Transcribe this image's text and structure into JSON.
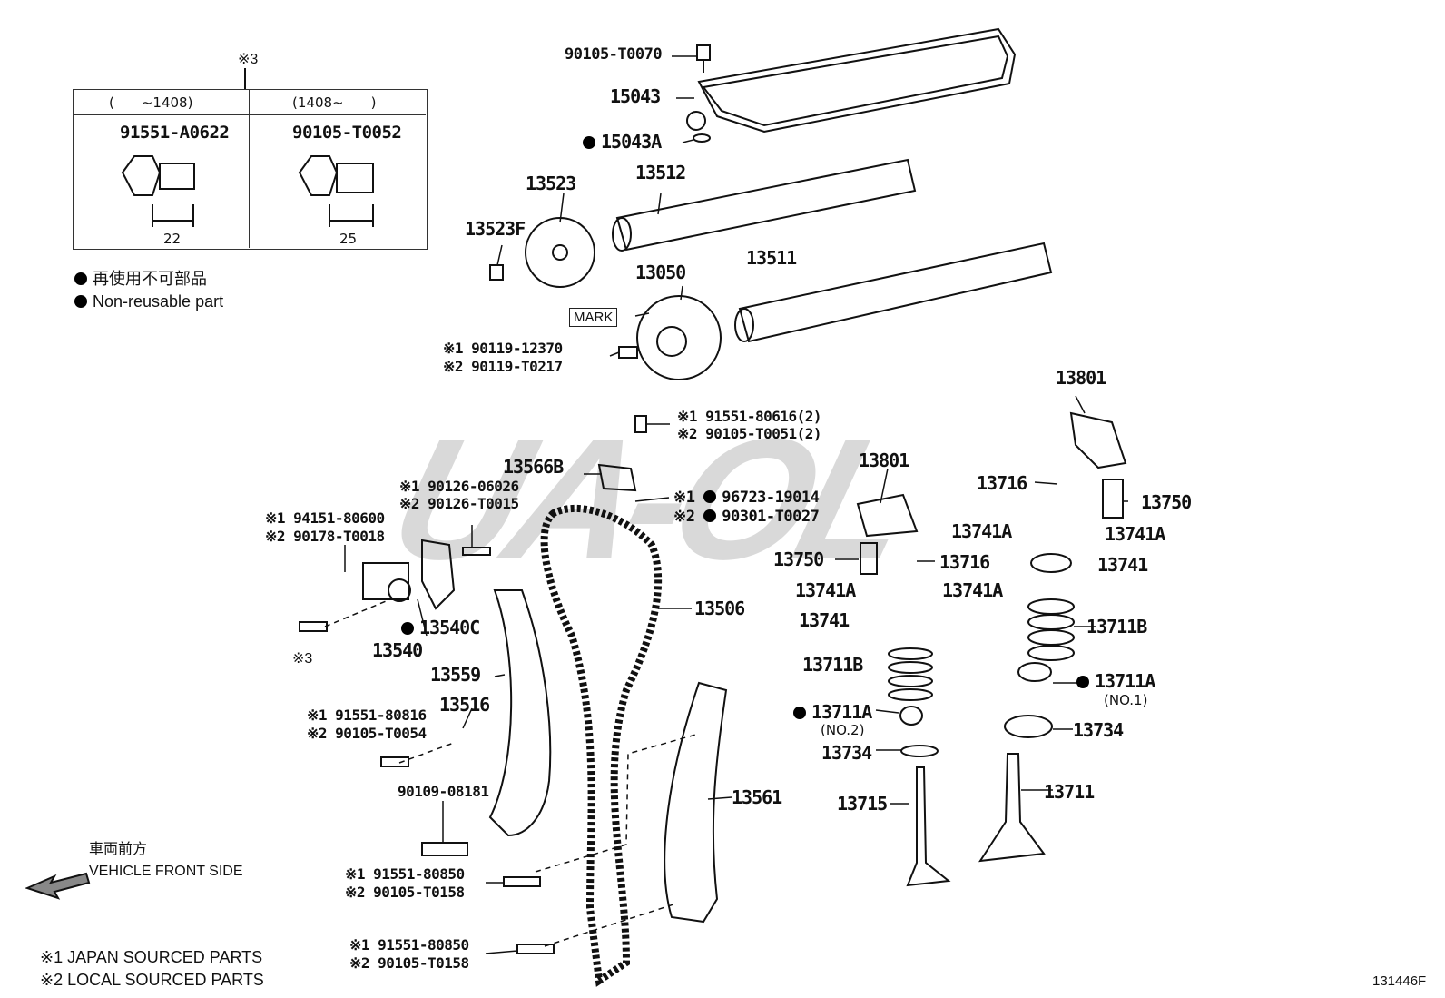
{
  "watermark": "UA-OL",
  "inset": {
    "mark": "※3",
    "col1_head": "(　　~1408)",
    "col2_head": "(1408~　　)",
    "col1_part": "91551-A0622",
    "col2_part": "90105-T0052",
    "col1_dim": "22",
    "col2_dim": "25"
  },
  "legend": {
    "jp": "再使用不可部品",
    "en": "Non-reusable part"
  },
  "front": {
    "jp": "車両前方",
    "en": "VEHICLE FRONT SIDE"
  },
  "footnote": {
    "n1": "※1 JAPAN SOURCED PARTS",
    "n2": "※2 LOCAL SOURCED PARTS"
  },
  "diagram_id": "131446F",
  "mark_label": "MARK",
  "labels": {
    "p90105_T0070": "90105-T0070",
    "p15043": "15043",
    "p15043A": "15043A",
    "p13512": "13512",
    "p13523": "13523",
    "p13523F": "13523F",
    "p13511": "13511",
    "p13050": "13050",
    "b1_1": "※1 90119-12370",
    "b1_2": "※2 90119-T0217",
    "p13801a": "13801",
    "b2_1": "※1 91551-80616(2)",
    "b2_2": "※2 90105-T0051(2)",
    "p13566B": "13566B",
    "p13801b": "13801",
    "b3_1": "※1 90126-06026",
    "b3_2": "※2 90126-T0015",
    "b4_1": "96723-19014",
    "b4_1p": "※1",
    "b4_2": "90301-T0027",
    "b4_2p": "※2",
    "p13716a": "13716",
    "p13750a": "13750",
    "b5_1": "※1 94151-80600",
    "b5_2": "※2 90178-T0018",
    "p13741Aa": "13741A",
    "p13741Ab": "13741A",
    "p13750b": "13750",
    "p13716b": "13716",
    "p13741a": "13741",
    "p13741Ac": "13741A",
    "p13741Ad": "13741A",
    "p13506": "13506",
    "p13540C": "13540C",
    "p13540": "13540",
    "s3": "※3",
    "p13741b": "13741",
    "p13711Ba": "13711B",
    "p13559": "13559",
    "p13711Bb": "13711B",
    "p13711Aa": "13711A",
    "no1": "(NO.1)",
    "p13516": "13516",
    "b6_1": "※1 91551-80816",
    "b6_2": "※2 90105-T0054",
    "p13711Ab": "13711A",
    "no2": "(NO.2)",
    "p13734a": "13734",
    "p13734b": "13734",
    "p90109": "90109-08181",
    "p13561": "13561",
    "p13715": "13715",
    "p13711": "13711",
    "b7_1": "※1 91551-80850",
    "b7_2": "※2 90105-T0158",
    "b8_1": "※1 91551-80850",
    "b8_2": "※2 90105-T0158"
  }
}
